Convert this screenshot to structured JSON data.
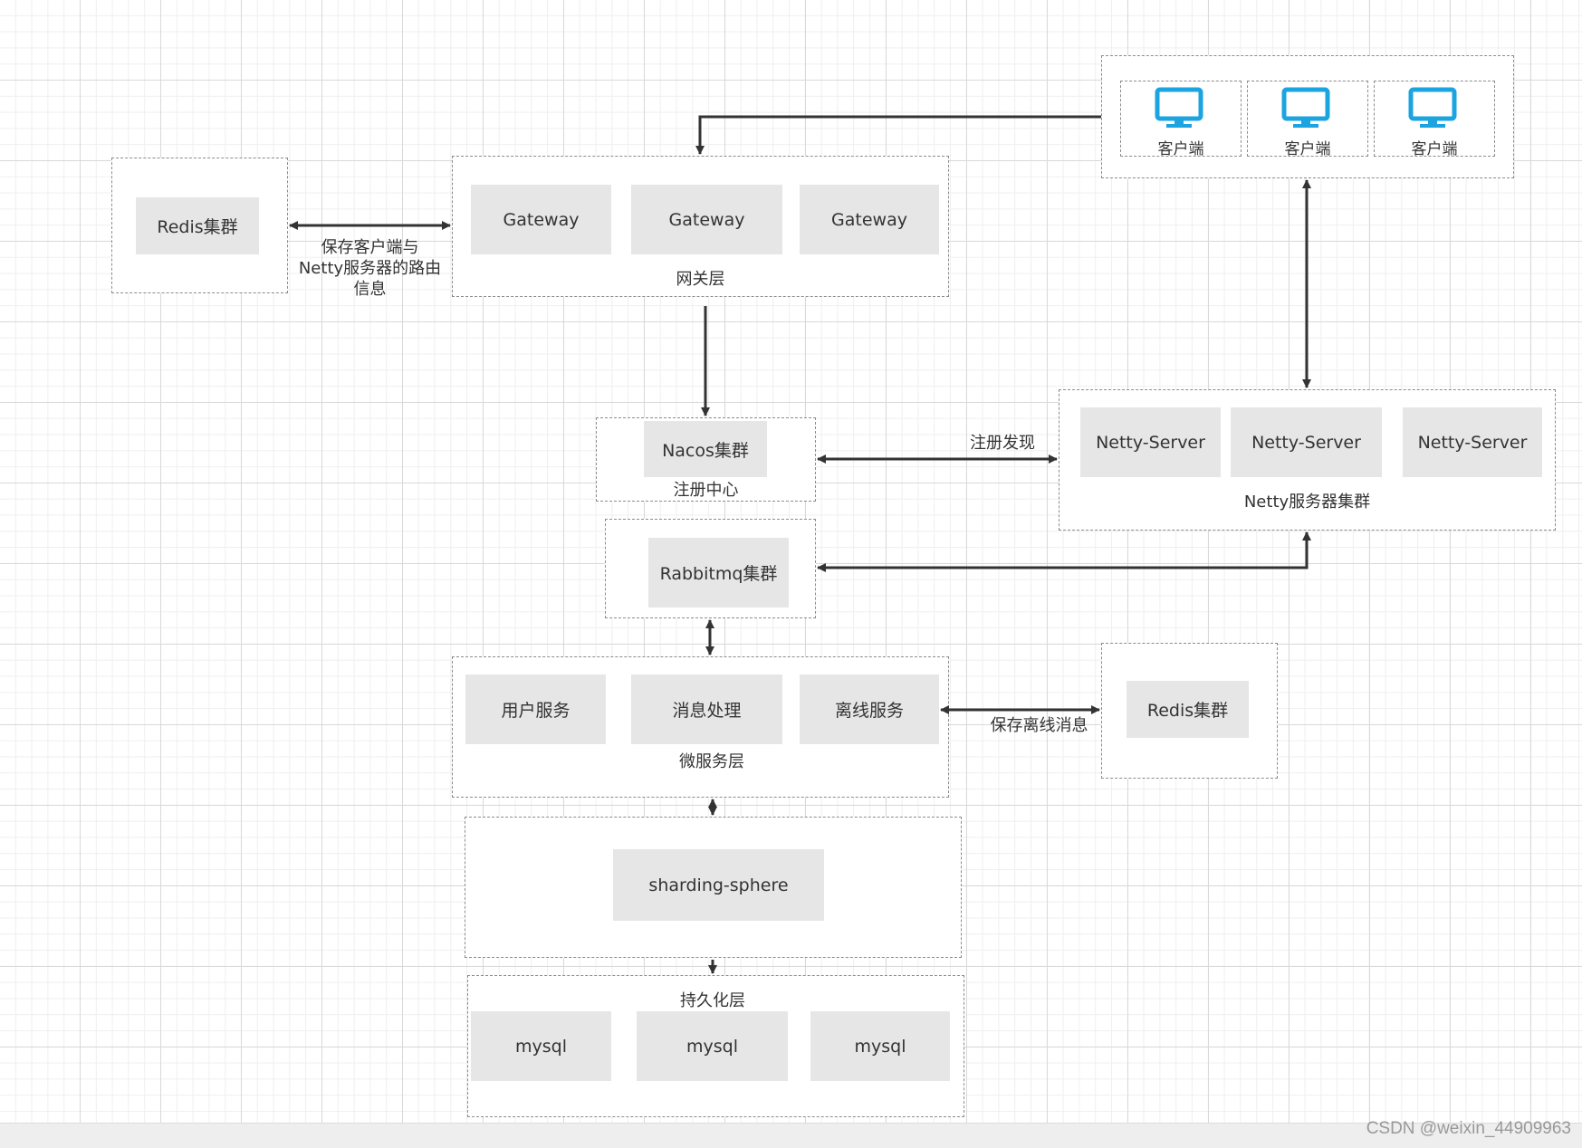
{
  "clients": {
    "label": "客户端",
    "items": [
      "客户端",
      "客户端",
      "客户端"
    ],
    "icon": "monitor-icon",
    "icon_color": "#1ba4e0"
  },
  "redis_left": {
    "node": "Redis集群"
  },
  "gateway_layer": {
    "nodes": [
      "Gateway",
      "Gateway",
      "Gateway"
    ],
    "caption": "网关层"
  },
  "edge_redis_gateway": {
    "label": "保存客户端与\nNetty服务器的路由\n信息"
  },
  "nacos": {
    "node": "Nacos集群",
    "caption": "注册中心"
  },
  "edge_nacos_netty": {
    "label": "注册发现"
  },
  "netty_cluster": {
    "nodes": [
      "Netty-Server",
      "Netty-Server",
      "Netty-Server"
    ],
    "caption": "Netty服务器集群"
  },
  "rabbitmq": {
    "node": "Rabbitmq集群"
  },
  "microservice_layer": {
    "nodes": [
      "用户服务",
      "消息处理",
      "离线服务"
    ],
    "caption": "微服务层"
  },
  "edge_micro_redis": {
    "label": "保存离线消息"
  },
  "redis_right": {
    "node": "Redis集群"
  },
  "sharding": {
    "node": "sharding-sphere"
  },
  "persistence_layer": {
    "caption": "持久化层",
    "nodes": [
      "mysql",
      "mysql",
      "mysql"
    ]
  },
  "watermark": "CSDN @weixin_44909963",
  "colors": {
    "node_fill": "#e6e6e6",
    "group_border": "#8c8c8c",
    "arrow": "#333333",
    "icon": "#1ba4e0"
  }
}
